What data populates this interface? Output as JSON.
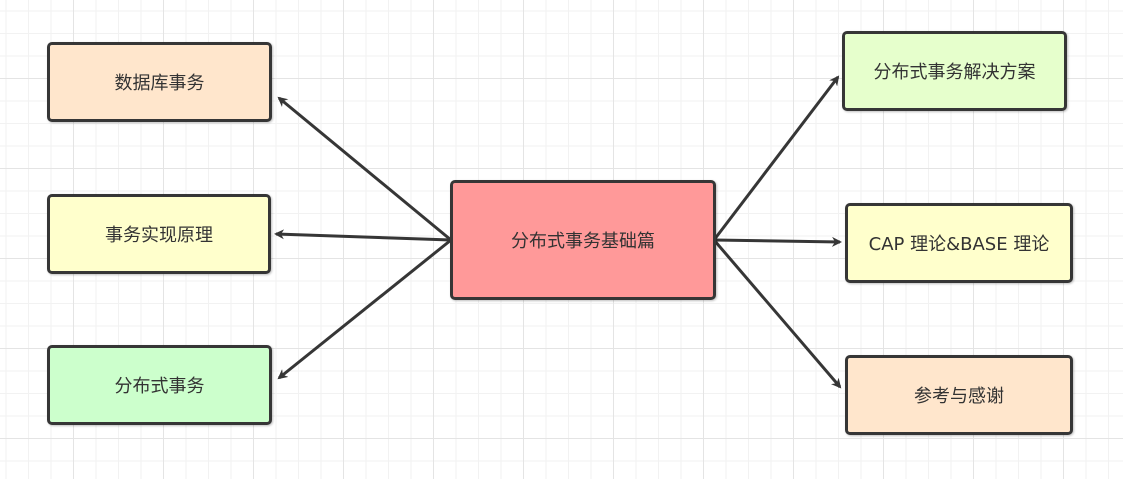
{
  "diagram": {
    "type": "mind-map",
    "center": {
      "id": "center",
      "label": "分布式事务基础篇",
      "fill": "#ff9999"
    },
    "left_nodes": [
      {
        "id": "db-transaction",
        "label": "数据库事务",
        "fill": "#ffe6cc"
      },
      {
        "id": "transaction-impl",
        "label": "事务实现原理",
        "fill": "#ffffcc"
      },
      {
        "id": "distributed-transaction",
        "label": "分布式事务",
        "fill": "#ccffcc"
      }
    ],
    "right_nodes": [
      {
        "id": "solutions",
        "label": "分布式事务解决方案",
        "fill": "#e6ffcc"
      },
      {
        "id": "cap-base",
        "label": "CAP 理论&BASE 理论",
        "fill": "#ffffcc"
      },
      {
        "id": "references",
        "label": "参考与感谢",
        "fill": "#ffe6cc"
      }
    ],
    "edges": [
      {
        "from": "center",
        "to": "db-transaction"
      },
      {
        "from": "center",
        "to": "transaction-impl"
      },
      {
        "from": "center",
        "to": "distributed-transaction"
      },
      {
        "from": "center",
        "to": "solutions"
      },
      {
        "from": "center",
        "to": "cap-base"
      },
      {
        "from": "center",
        "to": "references"
      }
    ],
    "colors": {
      "stroke": "#363636",
      "text": "#333333",
      "grid": "#f2f2f2"
    }
  }
}
